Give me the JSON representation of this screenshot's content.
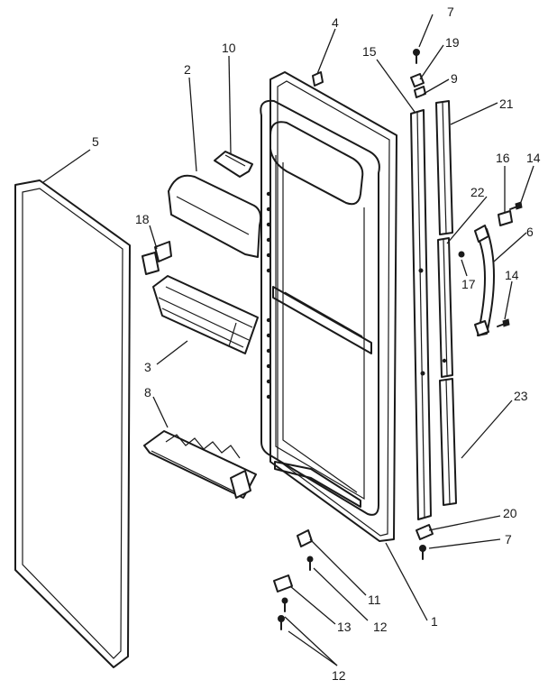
{
  "callouts": {
    "c1": "1",
    "c2": "2",
    "c3": "3",
    "c4": "4",
    "c5": "5",
    "c6": "6",
    "c7a": "7",
    "c7b": "7",
    "c8": "8",
    "c9": "9",
    "c10": "10",
    "c11": "11",
    "c12a": "12",
    "c12b": "12",
    "c13": "13",
    "c14a": "14",
    "c14b": "14",
    "c15": "15",
    "c16": "16",
    "c17": "17",
    "c18": "18",
    "c19": "19",
    "c20": "20",
    "c21": "21",
    "c22": "22",
    "c23": "23"
  }
}
